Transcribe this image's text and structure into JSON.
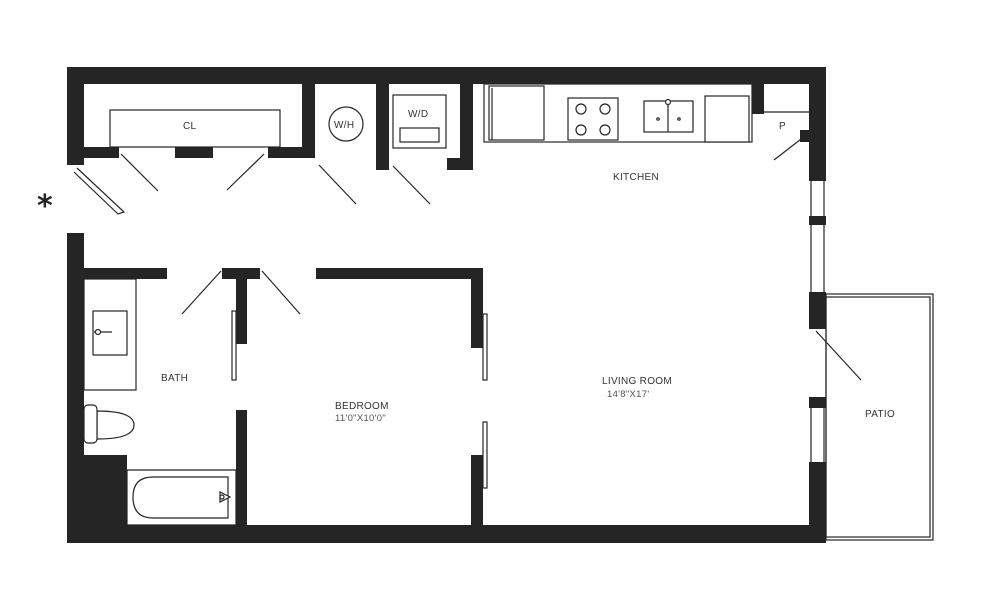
{
  "rooms": {
    "closet": {
      "label": "CL"
    },
    "water_heater": {
      "label": "W/H"
    },
    "washer_dryer": {
      "label": "W/D"
    },
    "kitchen": {
      "label": "KITCHEN"
    },
    "pantry": {
      "label": "P"
    },
    "bath": {
      "label": "BATH"
    },
    "bedroom": {
      "label": "BEDROOM",
      "dimensions": "11'0\"X10'0\""
    },
    "living_room": {
      "label": "LIVING ROOM",
      "dimensions": "14'8\"X17'"
    },
    "patio": {
      "label": "PATIO"
    }
  },
  "entry_marker": {
    "glyph": "*"
  },
  "colors": {
    "wall": "#252525",
    "background": "#ffffff"
  }
}
